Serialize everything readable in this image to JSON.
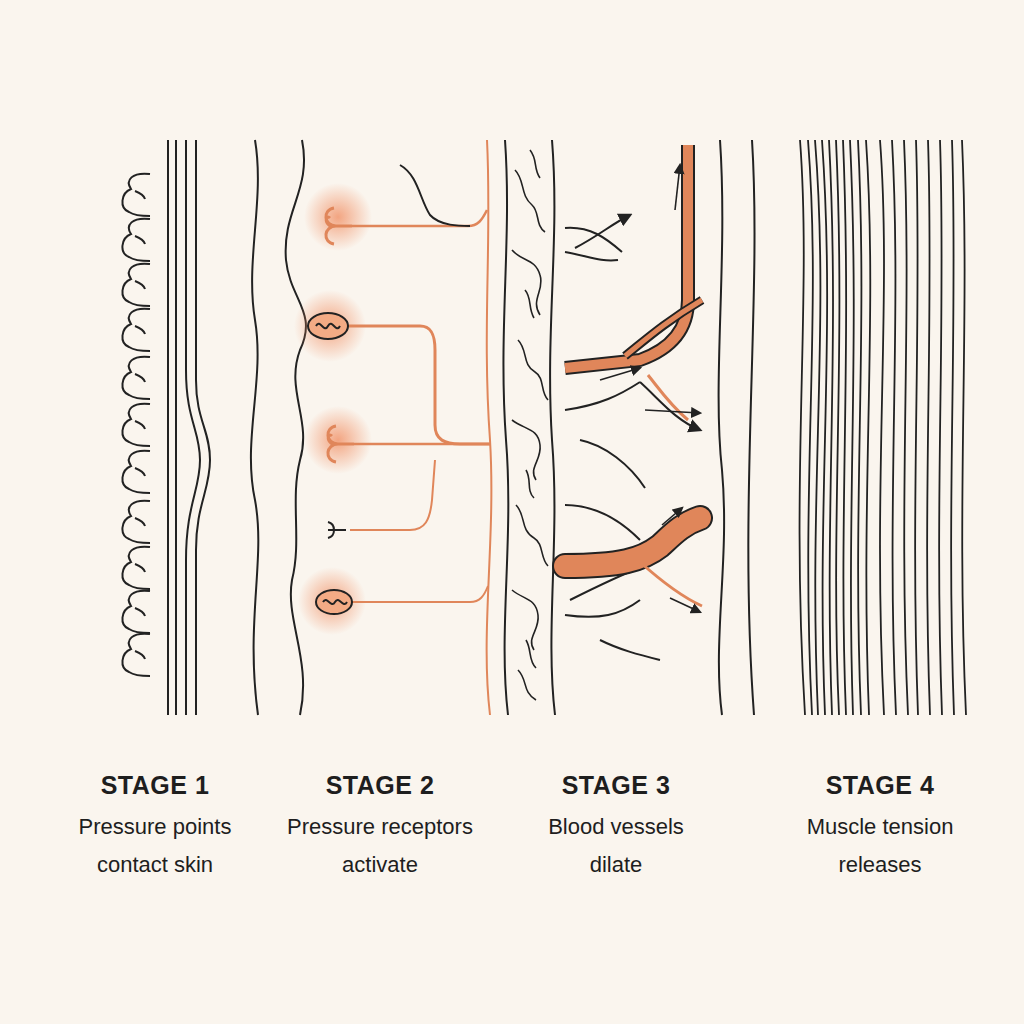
{
  "diagram": {
    "labels": [
      "STAGE 1",
      "Pressure points contact skin",
      "STAGE 2",
      "Pressure receptors activate",
      "STAGE 3",
      "Blood vessels dilate",
      "STAGE 4",
      "Muscle tension releases"
    ]
  }
}
